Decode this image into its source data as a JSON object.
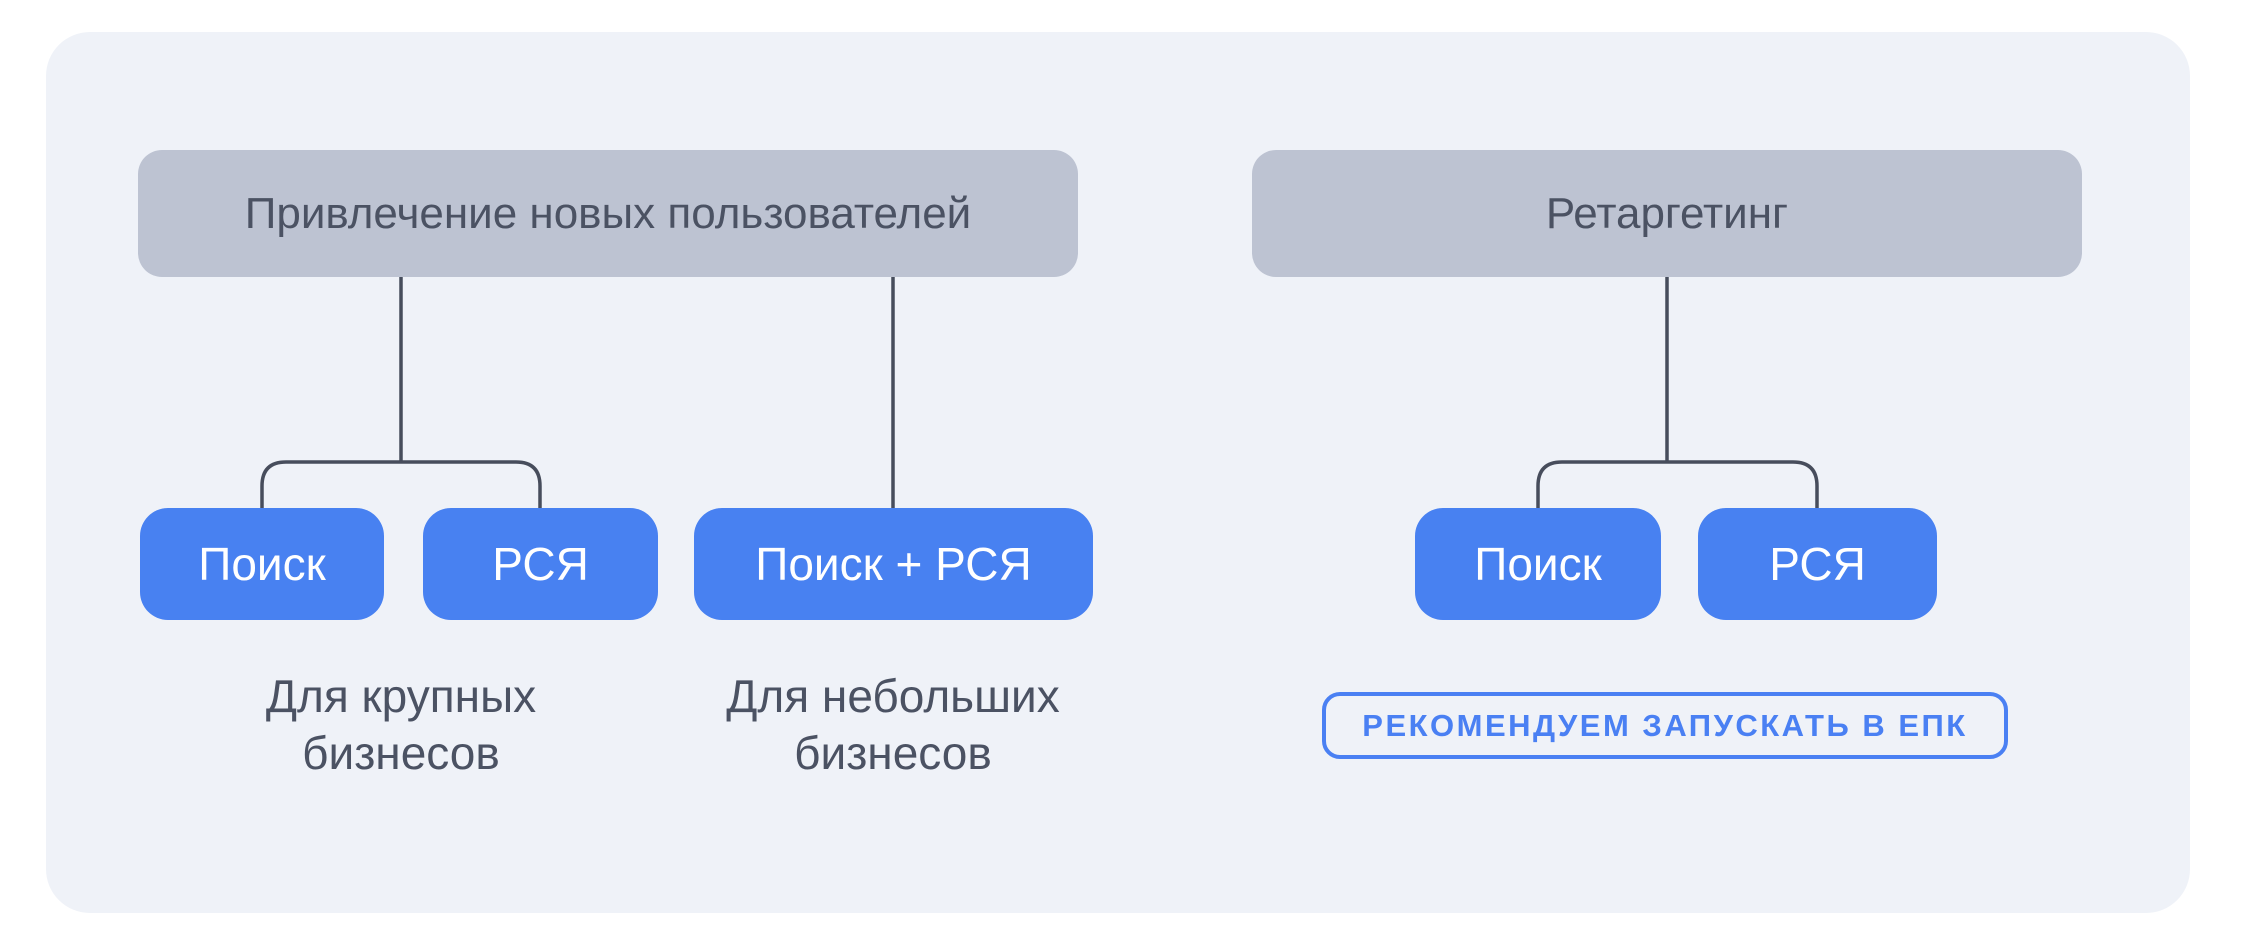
{
  "palette": {
    "page_bg": "#ffffff",
    "panel_bg": "#eff2f8",
    "node_bg": "#bdc3d2",
    "node_text": "#4b5263",
    "button_bg": "#4881f1",
    "button_text": "#ffffff",
    "connector": "#474d5c",
    "label_text": "#4b5263",
    "badge_accent": "#4a80f3"
  },
  "groups": {
    "acquisition": {
      "title": "Привлечение новых пользователей",
      "buttons": {
        "search": "Поиск",
        "network": "РСЯ",
        "combined": "Поиск + РСЯ"
      },
      "notes": {
        "large": "Для крупных бизнесов",
        "small": "Для небольших бизнесов"
      }
    },
    "retargeting": {
      "title": "Ретаргетинг",
      "buttons": {
        "search": "Поиск",
        "network": "РСЯ"
      },
      "badge": "РЕКОМЕНДУЕМ ЗАПУСКАТЬ В ЕПК"
    }
  }
}
